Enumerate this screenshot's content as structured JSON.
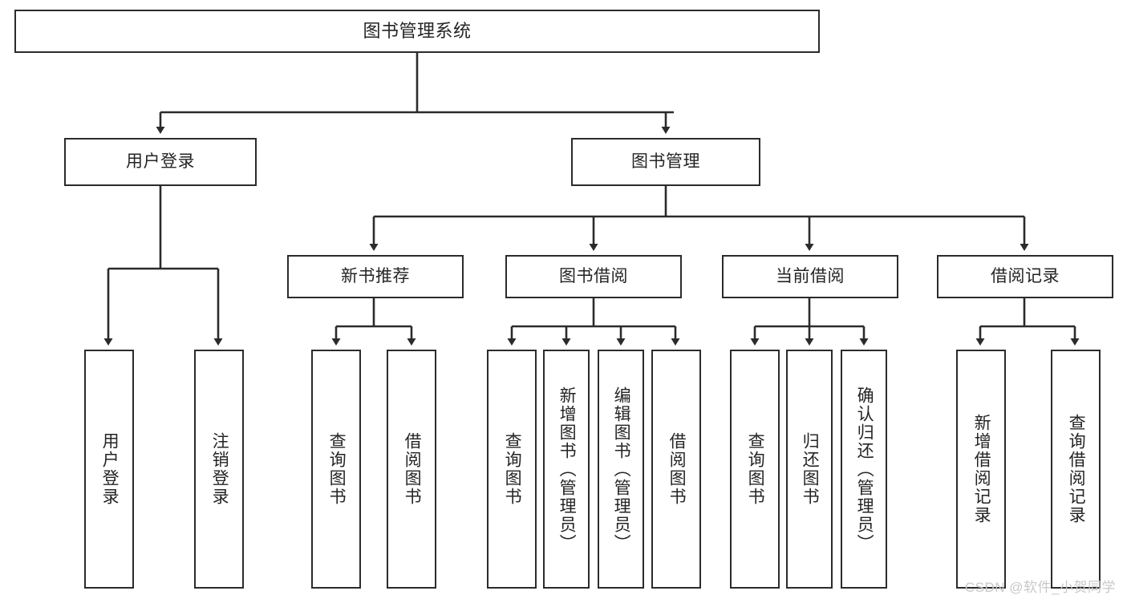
{
  "diagram": {
    "title": "图书管理系统",
    "type": "tree",
    "watermark": "CSDN @软件_小贺同学",
    "colors": {
      "stroke": "#2b2b2b",
      "text": "#242424",
      "background": "#ffffff",
      "watermark": "#c8c8c8"
    },
    "levels": {
      "root": {
        "label": "图书管理系统"
      },
      "level2": [
        {
          "label": "用户登录"
        },
        {
          "label": "图书管理"
        }
      ],
      "level3": [
        {
          "label": "新书推荐"
        },
        {
          "label": "图书借阅"
        },
        {
          "label": "当前借阅"
        },
        {
          "label": "借阅记录"
        }
      ],
      "leaves": {
        "user_login": [
          {
            "label": "用户登录"
          },
          {
            "label": "注销登录"
          }
        ],
        "new_book": [
          {
            "label": "查询图书"
          },
          {
            "label": "借阅图书"
          }
        ],
        "book_borrow": [
          {
            "label": "查询图书"
          },
          {
            "label": "新增图书（管理员）"
          },
          {
            "label": "编辑图书（管理员）"
          },
          {
            "label": "借阅图书"
          }
        ],
        "current_borrow": [
          {
            "label": "查询图书"
          },
          {
            "label": "归还图书"
          },
          {
            "label": "确认归还（管理员）"
          }
        ],
        "borrow_record": [
          {
            "label": "新增借阅记录"
          },
          {
            "label": "查询借阅记录"
          }
        ]
      }
    }
  }
}
